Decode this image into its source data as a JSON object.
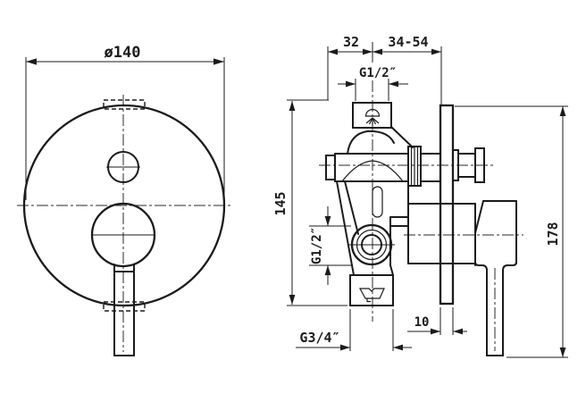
{
  "drawing": {
    "colors": {
      "line": "#1b1b1b",
      "background": "#ffffff"
    },
    "icons": {
      "shower": "shower-spray-icon",
      "spout": "tub-spout-icon"
    },
    "labels": {
      "front_diameter": "ø140",
      "depth_fixed": "32",
      "depth_range": "34-54",
      "shower_thread": "G1/2″",
      "inlet_thread": "G1/2″",
      "spout_thread": "G3/4″",
      "center_height": "145",
      "total_height": "178",
      "plate_thickness": "10"
    }
  }
}
